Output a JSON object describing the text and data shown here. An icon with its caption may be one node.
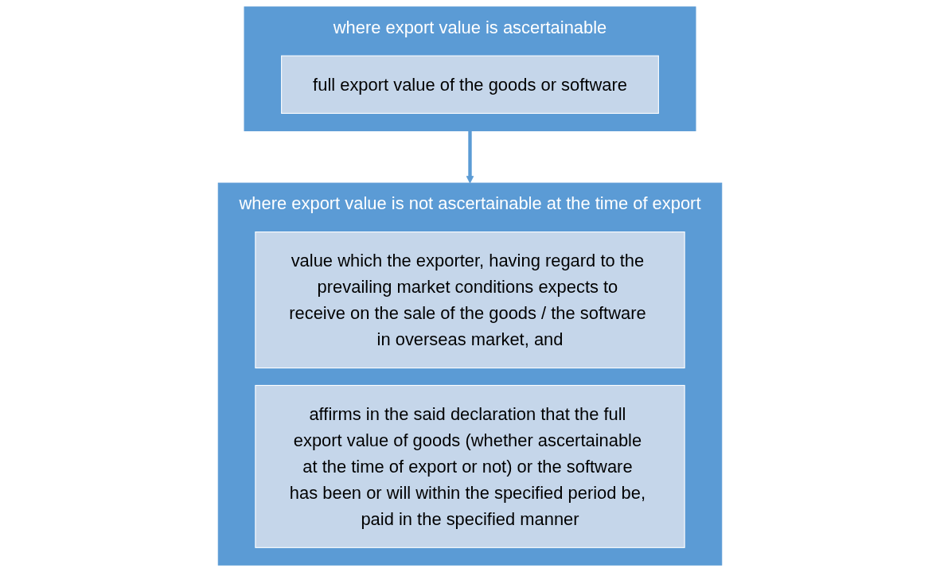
{
  "diagram": {
    "nodes": [
      {
        "text": [
          "where export value is ascertainable"
        ]
      },
      {
        "text": [
          "full export value of the goods or software"
        ],
        "in": 0
      },
      {
        "text": [
          "where export value is not ascertainable at the time of export"
        ]
      },
      {
        "text": [
          "value which the exporter, having regard to the prevailing market conditions expects to receive on the sale of the goods / the software in overseas market, and"
        ],
        "in": 2
      },
      {
        "text": [
          "affirms in the said declaration that the full export value of goods (whether ascertainable at the time of export or not) or the software has been or will within the specified period be, paid in the specified manner"
        ],
        "in": 2
      }
    ],
    "edges": [
      {
        "from": 0,
        "to": 2,
        "arrow": "to"
      }
    ]
  }
}
